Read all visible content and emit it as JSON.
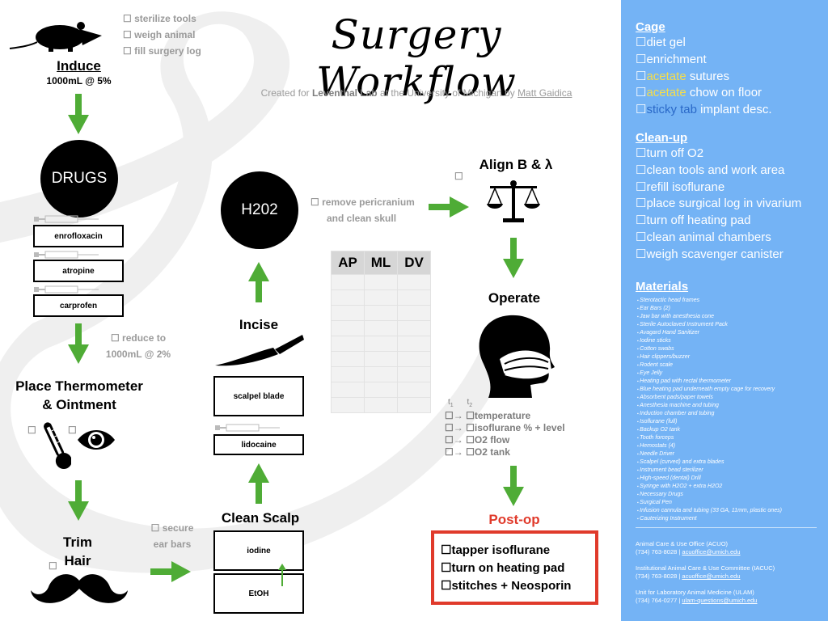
{
  "title": "Surgery Workflow",
  "credit": {
    "prefix": "Created for ",
    "lab": "Leventhal Lab",
    "mid": " at the University of Michigan by ",
    "author": "Matt Gaidica"
  },
  "checkbox": "☐",
  "colors": {
    "arrow_green": "#4fac36",
    "sidebar_blue": "#74b3f5",
    "postop_red": "#e03a2b",
    "acetate_yellow": "#f6de4a",
    "sticky_blue": "#2a69c8"
  },
  "prep_checks": [
    "sterilize tools",
    "weigh animal",
    "fill surgery log"
  ],
  "induce": {
    "label": "Induce",
    "dose": "1000mL @ 5%"
  },
  "drugs": {
    "label": "DRUGS",
    "items": [
      "enrofloxacin",
      "atropine",
      "carprofen"
    ]
  },
  "reduce": {
    "line1": "reduce to",
    "line2": "1000mL @ 2%"
  },
  "thermo": {
    "line1": "Place Thermometer",
    "line2": "& Ointment"
  },
  "trim": {
    "line1": "Trim",
    "line2": "Hair"
  },
  "ear": {
    "line1": "secure",
    "line2": "ear bars"
  },
  "clean_scalp": {
    "label": "Clean Scalp",
    "items": [
      "iodine",
      "EtOH"
    ]
  },
  "incise": {
    "label": "Incise",
    "items": [
      "scalpel blade",
      "lidocaine"
    ]
  },
  "h2o2": {
    "label": "H202"
  },
  "pericranium": {
    "line1": "remove pericranium",
    "line2": "and clean skull"
  },
  "coords": {
    "headers": [
      "AP",
      "ML",
      "DV"
    ],
    "rows": 9
  },
  "align": {
    "label": "Align B & λ"
  },
  "operate": {
    "label": "Operate"
  },
  "monitor": {
    "t1": "t",
    "t1_sub": "1",
    "t2": "t",
    "t2_sub": "2",
    "arrow": "→",
    "items": [
      "temperature",
      "isoflurane % + level",
      "O2 flow",
      "O2 tank"
    ]
  },
  "postop": {
    "label": "Post-op",
    "items": [
      "tapper isoflurane",
      "turn on heating pad",
      "stitches + Neosporin"
    ]
  },
  "sidebar": {
    "cage": {
      "title": "Cage",
      "items": [
        {
          "pre": "",
          "hl": "",
          "post": "diet gel"
        },
        {
          "pre": "",
          "hl": "",
          "post": "enrichment"
        },
        {
          "pre": "",
          "hl": "acetate",
          "post": " sutures"
        },
        {
          "pre": "",
          "hl": "acetate",
          "post": " chow on floor"
        },
        {
          "pre": "",
          "hl2": "sticky tab",
          "post": " implant desc."
        }
      ]
    },
    "cleanup": {
      "title": "Clean-up",
      "items": [
        "turn off O2",
        "clean tools and work area",
        "refill isoflurane",
        "place surgical log in vivarium",
        "turn off heating pad",
        "clean animal chambers",
        "weigh scavenger canister"
      ]
    },
    "materials": {
      "title": "Materials",
      "items": [
        "Sterotactic head frames",
        "Ear Bars (2)",
        "Jaw bar with anesthesia cone",
        "Sterile Autoclaved Instrument Pack",
        "Avagard Hand Sanitizer",
        "Iodine sticks",
        "Cotton swabs",
        "Hair clippers/buzzer",
        "Rodent scale",
        "Eye Jelly",
        "Heating pad with rectal thermometer",
        "Blue heating pad underneath empty cage for recovery",
        "Absorbent pads/paper towels",
        "Anesthesia machine and tubing",
        "Induction chamber and tubing",
        "Isoflurane (full)",
        "Backup O2 tank",
        "Tooth forceps",
        "Hemostats (4)",
        "Needle Driver",
        "Scalpel (curved) and extra blades",
        "Instrument bead sterilizer",
        "High-speed (dental) Drill",
        "Syringe with H2O2 + extra H2O2",
        "Necessary Drugs",
        "Surgical Pen",
        "Infusion cannula and tubing (33 GA, 11mm, plastic ones)",
        "Cauterizing Instrument"
      ]
    },
    "contacts": [
      {
        "name": "Animal Care & Use Office (ACUO)",
        "phone": "(734) 763-8028 | ",
        "email": "acuoffice@umich.edu"
      },
      {
        "name": "Institutional Animal Care & Use Committee (IACUC)",
        "phone": "(734) 763-8028 | ",
        "email": "acuoffice@umich.edu"
      },
      {
        "name": "Unit for Laboratory Animal Medicine (ULAM)",
        "phone": "(734) 764-0277 | ",
        "email": "ulam-questions@umich.edu"
      }
    ]
  }
}
